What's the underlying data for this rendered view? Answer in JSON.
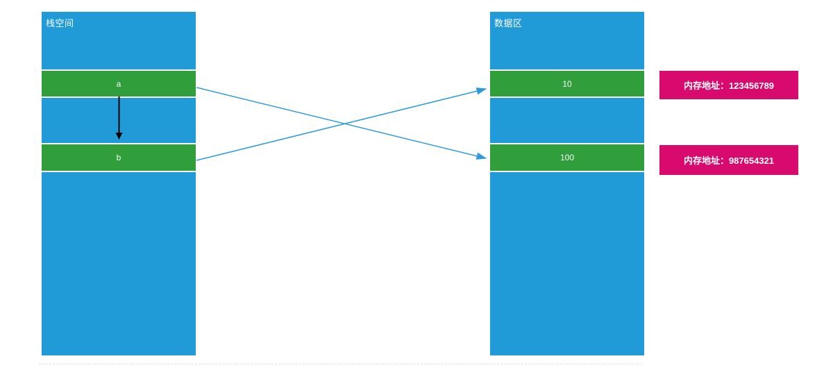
{
  "diagram": {
    "stack": {
      "title": "栈空间",
      "cells": [
        {
          "label": "a"
        },
        {
          "label": "b"
        }
      ]
    },
    "data_area": {
      "title": "数据区",
      "cells": [
        {
          "label": "10"
        },
        {
          "label": "100"
        }
      ]
    },
    "address_labels": [
      {
        "text": "内存地址：123456789"
      },
      {
        "text": "内存地址：987654321"
      }
    ],
    "arrows": [
      {
        "name": "a-to-b",
        "from": "a",
        "to": "b",
        "color": "#000000"
      },
      {
        "name": "a-to-100",
        "from": "a",
        "to": "100",
        "color": "#2E9BD8"
      },
      {
        "name": "b-to-10",
        "from": "b",
        "to": "10",
        "color": "#2E9BD8"
      }
    ],
    "colors": {
      "block_blue": "#209BD8",
      "cell_green": "#2F9E3B",
      "address_pink": "#D90A6E",
      "arrow_blue": "#2E9BD8",
      "arrow_black": "#000000",
      "text_white": "#FFFFFF"
    }
  }
}
